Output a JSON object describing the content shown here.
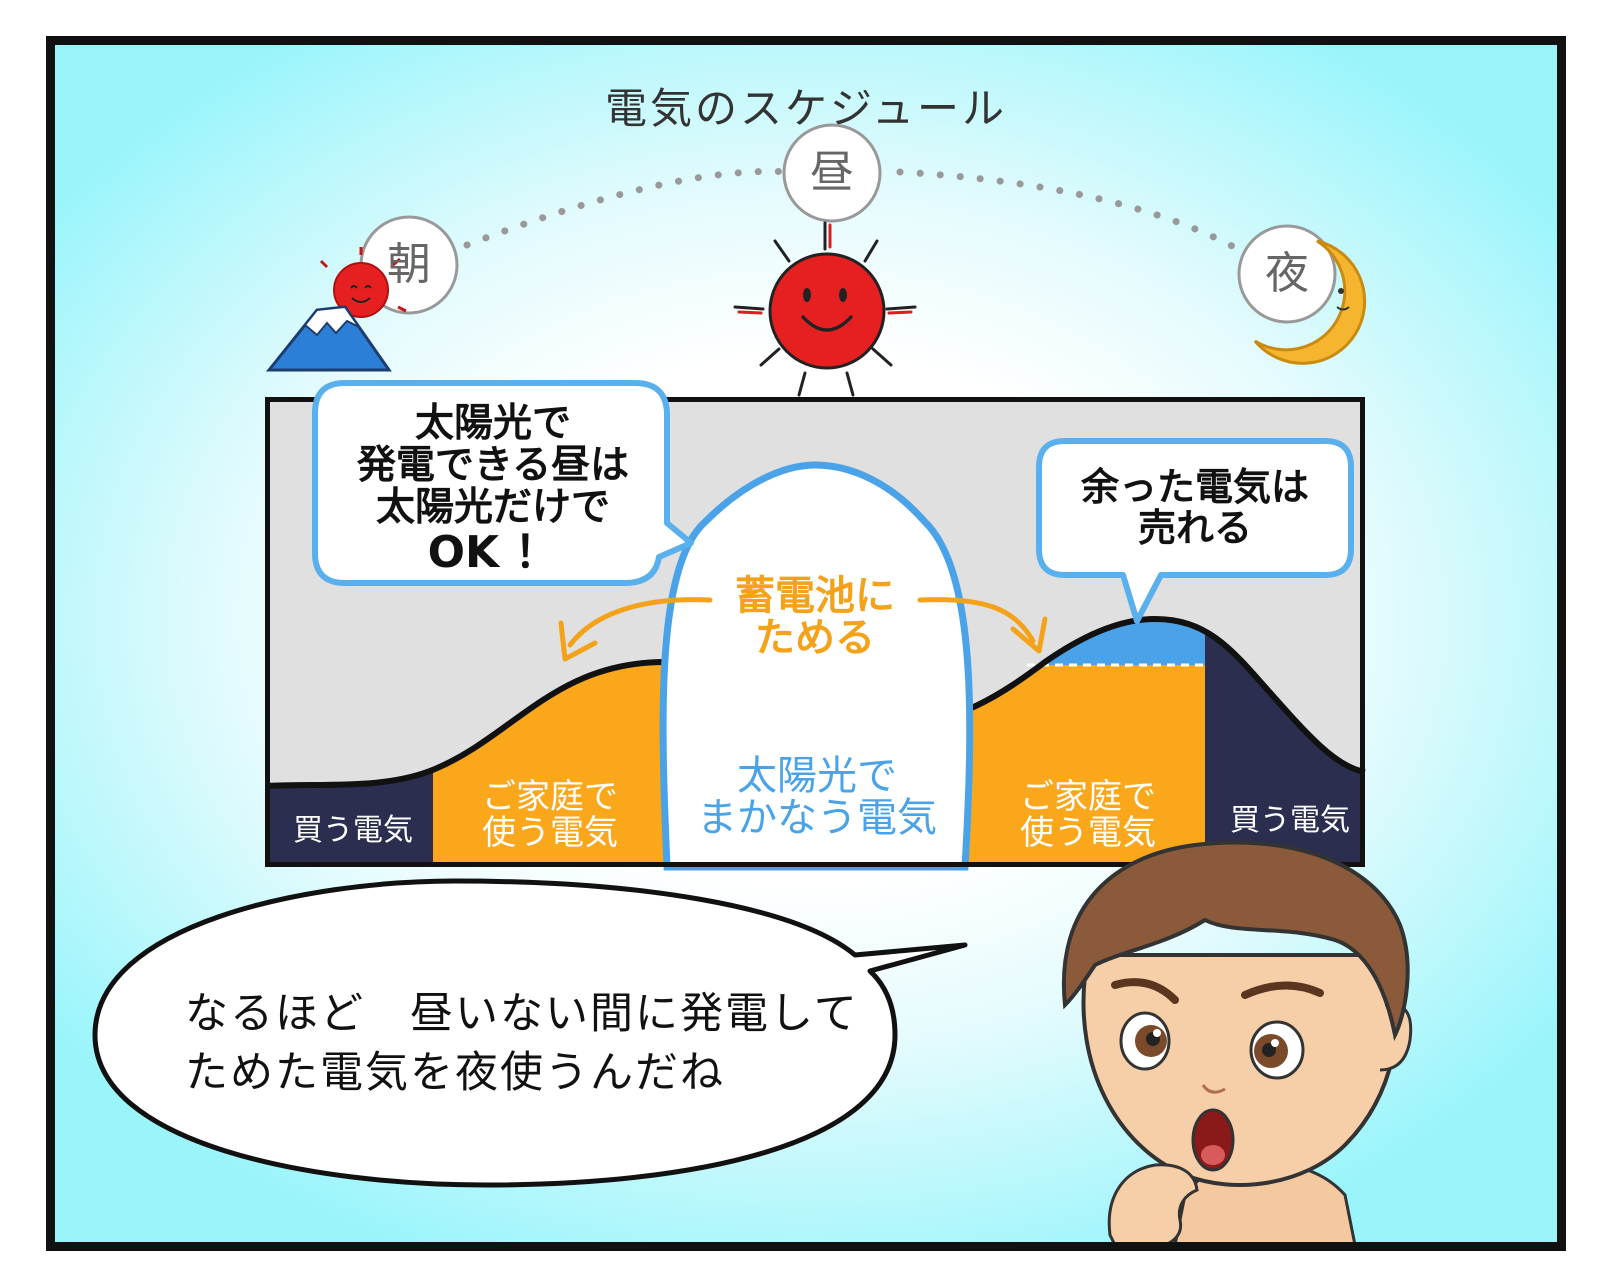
{
  "title": "電気のスケジュール",
  "time_labels": {
    "morning": "朝",
    "noon": "昼",
    "night": "夜"
  },
  "callouts": {
    "solar_noon": [
      "太陽光で",
      "発電できる昼は",
      "太陽光だけで",
      "OK ！"
    ],
    "surplus": [
      "余った電気は",
      "売れる"
    ],
    "battery": [
      "蓄電池に",
      "ためる"
    ]
  },
  "graph_labels": {
    "buy_left": "買う電気",
    "home_left": [
      "ご家庭で",
      "使う電気"
    ],
    "solar_center": [
      "太陽光で",
      "まかなう電気"
    ],
    "home_right": [
      "ご家庭で",
      "使う電気"
    ],
    "buy_right": "買う電気"
  },
  "speech": [
    "なるほど　昼いない間に発電して",
    "ためた電気を夜使うんだね"
  ],
  "colors": {
    "orange": "#fba71b",
    "navy": "#2b2e4f",
    "sky_blue": "#4aa3e8",
    "bubble_border": "#5ab0ec",
    "graph_bg": "#e0e0e0",
    "sun_red": "#e62020",
    "moon_yellow": "#f6b52f",
    "panel_glow": "#9af5fb"
  }
}
